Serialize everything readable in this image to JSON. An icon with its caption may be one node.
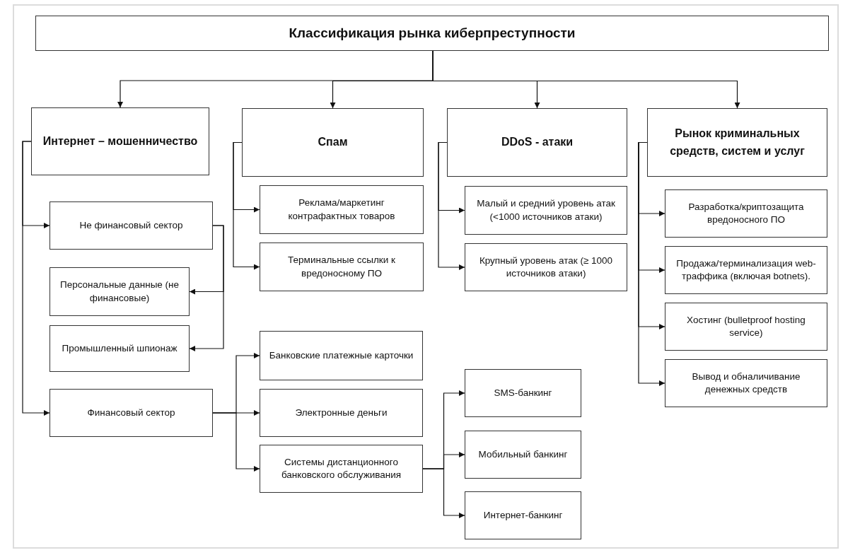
{
  "diagram": {
    "nodes": [
      {
        "text": [
          "Классификация рынка киберпреступности"
        ]
      },
      {
        "text": [
          "Интернет – мошенничество"
        ]
      },
      {
        "text": [
          "Спам"
        ]
      },
      {
        "text": [
          "DDoS - атаки"
        ]
      },
      {
        "text": [
          "Рынок криминальных средств, систем и услуг"
        ]
      },
      {
        "text": [
          "Не финансовый сектор"
        ]
      },
      {
        "text": [
          "Персональные данные (не финансовые)"
        ]
      },
      {
        "text": [
          "Промышленный шпионаж"
        ]
      },
      {
        "text": [
          "Финансовый сектор"
        ]
      },
      {
        "text": [
          "Реклама/маркетинг контрафактных товаров"
        ]
      },
      {
        "text": [
          "Терминальные ссылки к вредоносному ПО"
        ]
      },
      {
        "text": [
          "Малый и средний уровень атак (<1000 источников атаки)"
        ]
      },
      {
        "text": [
          "Крупный уровень атак (≥ 1000 источников атаки)"
        ]
      },
      {
        "text": [
          "Разработка/криптозащита вредоносного ПО"
        ]
      },
      {
        "text": [
          "Продажа/терминализация web-траффика (включая botnets)."
        ]
      },
      {
        "text": [
          "Хостинг (bulletproof hosting service)"
        ]
      },
      {
        "text": [
          "Вывод и обналичивание денежных средств"
        ]
      },
      {
        "text": [
          "Банковские платежные карточки"
        ]
      },
      {
        "text": [
          "Электронные деньги"
        ]
      },
      {
        "text": [
          "Системы дистанционного банковского обслуживания"
        ]
      },
      {
        "text": [
          "SMS-банкинг"
        ]
      },
      {
        "text": [
          "Мобильный банкинг"
        ]
      },
      {
        "text": [
          "Интернет-банкинг"
        ]
      }
    ],
    "edges": [
      {
        "from": 0,
        "to": 1,
        "arrow": "to"
      },
      {
        "from": 0,
        "to": 2,
        "arrow": "to"
      },
      {
        "from": 0,
        "to": 3,
        "arrow": "to"
      },
      {
        "from": 0,
        "to": 4,
        "arrow": "to"
      },
      {
        "from": 1,
        "to": 5,
        "arrow": "to"
      },
      {
        "from": 1,
        "to": 8,
        "arrow": "to"
      },
      {
        "from": 5,
        "to": 6,
        "arrow": "to"
      },
      {
        "from": 5,
        "to": 7,
        "arrow": "to"
      },
      {
        "from": 2,
        "to": 9,
        "arrow": "to"
      },
      {
        "from": 2,
        "to": 10,
        "arrow": "to"
      },
      {
        "from": 3,
        "to": 11,
        "arrow": "to"
      },
      {
        "from": 3,
        "to": 12,
        "arrow": "to"
      },
      {
        "from": 4,
        "to": 13,
        "arrow": "to"
      },
      {
        "from": 4,
        "to": 14,
        "arrow": "to"
      },
      {
        "from": 4,
        "to": 15,
        "arrow": "to"
      },
      {
        "from": 4,
        "to": 16,
        "arrow": "to"
      },
      {
        "from": 8,
        "to": 17,
        "arrow": "to"
      },
      {
        "from": 8,
        "to": 18,
        "arrow": "to"
      },
      {
        "from": 8,
        "to": 19,
        "arrow": "to"
      },
      {
        "from": 19,
        "to": 20,
        "arrow": "to"
      },
      {
        "from": 19,
        "to": 21,
        "arrow": "to"
      },
      {
        "from": 19,
        "to": 22,
        "arrow": "to"
      }
    ]
  }
}
